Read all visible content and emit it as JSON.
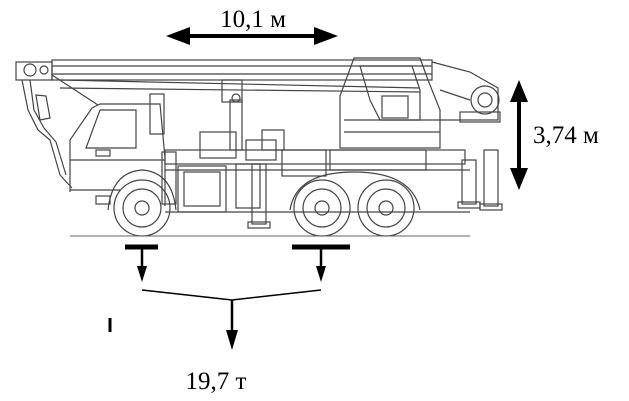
{
  "labels": {
    "boom_length": "10,1 м",
    "height": "3,74 м",
    "total_weight": "19,7 т"
  },
  "colors": {
    "line": "#000000",
    "drawing": "#444444",
    "background": "#ffffff"
  }
}
